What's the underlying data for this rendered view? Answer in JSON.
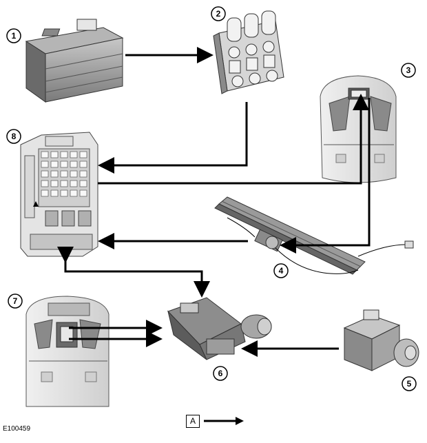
{
  "callouts": {
    "c1": "1",
    "c2": "2",
    "c3": "3",
    "c4": "4",
    "c5": "5",
    "c6": "6",
    "c7": "7",
    "c8": "8"
  },
  "reference_code": "E100459",
  "legend": {
    "label": "A"
  },
  "colors": {
    "line": "#000000",
    "part_dark": "#6e6e6e",
    "part_mid": "#a9a9a9",
    "part_light": "#dcdcdc"
  }
}
